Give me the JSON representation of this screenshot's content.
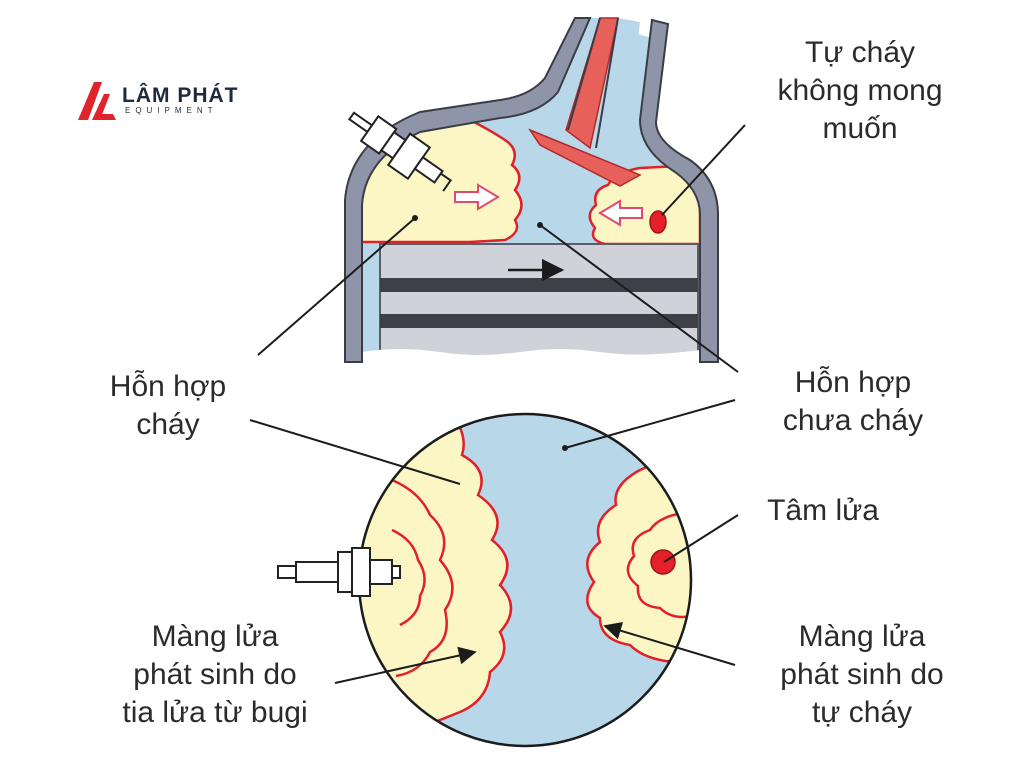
{
  "logo": {
    "brand": "LÂM PHÁT",
    "sub": "EQUIPMENT"
  },
  "labels": {
    "tu_chay": [
      "Tự cháy",
      "không mong",
      "muốn"
    ],
    "hon_hop_chay": [
      "Hỗn hợp",
      "cháy"
    ],
    "hon_hop_chua_chay": [
      "Hỗn hợp",
      "chưa cháy"
    ],
    "tam_lua": [
      "Tâm lửa"
    ],
    "mang_lua_bugi": [
      "Màng lửa",
      "phát sinh do",
      "tia lửa từ bugi"
    ],
    "mang_lua_tu_chay": [
      "Màng lửa",
      "phát sinh do",
      "tự cháy"
    ]
  },
  "colors": {
    "burned_mixture": "#fbf6c4",
    "unburned_mixture": "#b8d8ea",
    "flame_front": "#e0202a",
    "cylinder_wall": "#8f95a8",
    "piston": "#cfd2d8",
    "piston_ring": "#3e4047",
    "flame_center": "#e4202a"
  }
}
